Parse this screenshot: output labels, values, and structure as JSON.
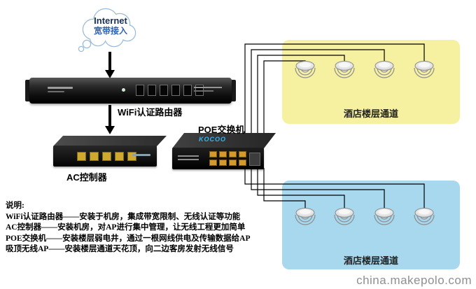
{
  "cloud": {
    "line1": "Internet",
    "line2": "宽带接入"
  },
  "devices": {
    "router": {
      "label": "WiFi认证路由器"
    },
    "ac": {
      "label": "AC控制器"
    },
    "poe": {
      "label": "POE交换机",
      "brand": "KOCOO"
    }
  },
  "zones": {
    "top": {
      "label": "酒店楼层通道",
      "ap_count": 4,
      "fill": "#f6f1a1"
    },
    "bottom": {
      "label": "酒店楼层通道",
      "ap_count": 4,
      "fill": "#a7d8ee"
    }
  },
  "notes": {
    "heading": "说明:",
    "line1": "WiFi认证路由器——安装于机房，集成带宽限制、无线认证等功能",
    "line2": "AC控制器——安装机房，对AP进行集中管理，让无线工程更加简单",
    "line3": "POE交换机——安装楼层弱电井，通过一根网线供电及传输数据给AP",
    "line4": "吸顶无线AP——安装楼层通道天花顶，向二边客房发射无线信号"
  },
  "watermark": "china.makepolo.com",
  "colors": {
    "cable": "#000000",
    "brand_blue": "#35b6f0",
    "cloud_outline": "#99bcda"
  }
}
